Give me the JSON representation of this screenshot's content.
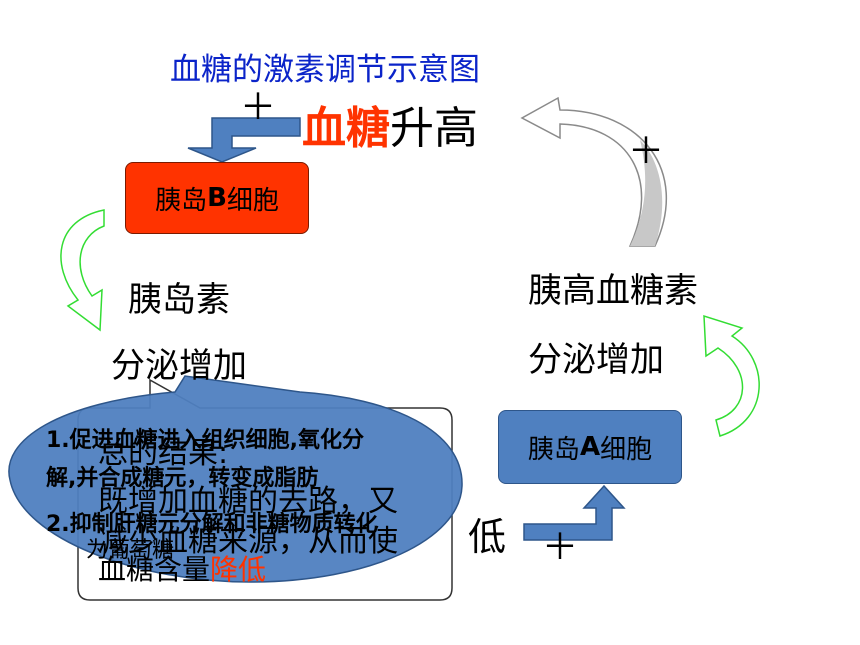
{
  "title": "血糖的激素调节示意图",
  "plus_signs": [
    "＋",
    "＋",
    "＋"
  ],
  "blood_sugar_rise": {
    "highlight": "血糖",
    "rest": "升高"
  },
  "blood_sugar_low_suffix": "低",
  "islet_b_cell": {
    "prefix": "胰岛",
    "letter": "B",
    "suffix": "细胞"
  },
  "islet_a_cell": {
    "prefix": "胰岛",
    "letter": "A",
    "suffix": "细胞"
  },
  "insulin": {
    "line1": "胰岛素",
    "line2": "分泌增加"
  },
  "glucagon": {
    "line1": "胰高血糖素",
    "line2": "分泌增加"
  },
  "callout_result": {
    "line1": "总的结果:",
    "line2": "既增加血糖的去路，又",
    "line3": "减少血糖来源，从而使",
    "line4_prefix": "血糖含量",
    "line4_highlight": "降低"
  },
  "callout_bubble": {
    "line1": "1.促进血糖进入组织细胞,氧化分",
    "line2": "解,并合成糖元，转变成脂肪",
    "line3": "2.抑制肝糖元分解和非糖物质转化",
    "line4": "为葡萄糖"
  },
  "colors": {
    "title": "#0b24c9",
    "highlight": "#ff3300",
    "b_cell_fill": "#ff3300",
    "a_cell_fill": "#4f80c0",
    "arrow_fill": "#4f80c0",
    "bubble_fill": "#4f80c0",
    "curve_green": "#33dd33",
    "curve_gray": "#c8c8c8"
  }
}
